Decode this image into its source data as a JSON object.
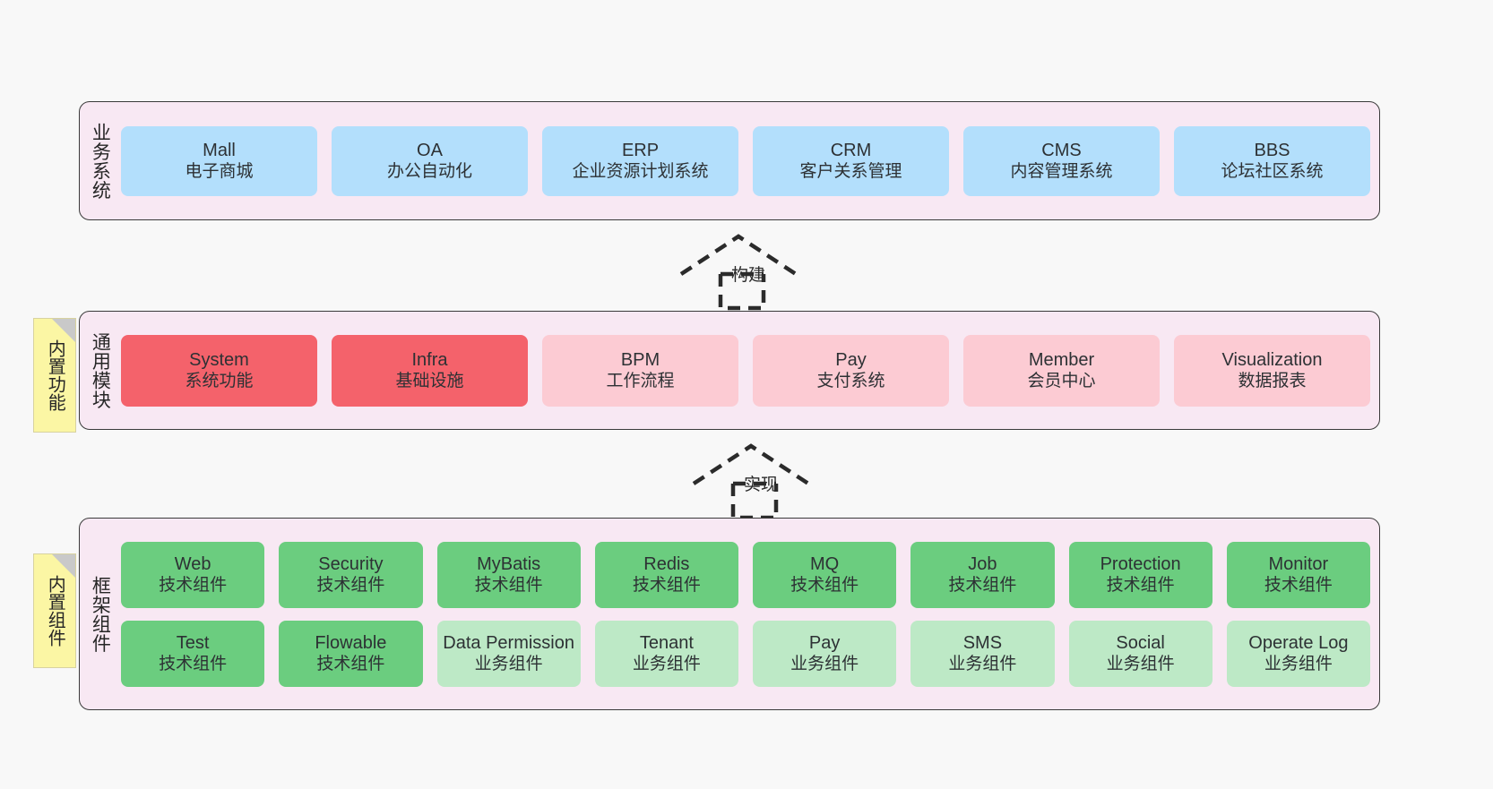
{
  "layers": [
    {
      "id": "business-system",
      "title": "业务系统",
      "rows": [
        [
          {
            "en": "Mall",
            "cn": "电子商城",
            "color": "blue"
          },
          {
            "en": "OA",
            "cn": "办公自动化",
            "color": "blue"
          },
          {
            "en": "ERP",
            "cn": "企业资源计划系统",
            "color": "blue"
          },
          {
            "en": "CRM",
            "cn": "客户关系管理",
            "color": "blue"
          },
          {
            "en": "CMS",
            "cn": "内容管理系统",
            "color": "blue"
          },
          {
            "en": "BBS",
            "cn": "论坛社区系统",
            "color": "blue"
          }
        ]
      ]
    },
    {
      "id": "common-module",
      "title": "通用模块",
      "note": "内置功能",
      "rows": [
        [
          {
            "en": "System",
            "cn": "系统功能",
            "color": "red"
          },
          {
            "en": "Infra",
            "cn": "基础设施",
            "color": "red"
          },
          {
            "en": "BPM",
            "cn": "工作流程",
            "color": "pink"
          },
          {
            "en": "Pay",
            "cn": "支付系统",
            "color": "pink"
          },
          {
            "en": "Member",
            "cn": "会员中心",
            "color": "pink"
          },
          {
            "en": "Visualization",
            "cn": "数据报表",
            "color": "pink"
          }
        ]
      ]
    },
    {
      "id": "framework-component",
      "title": "框架组件",
      "note": "内置组件",
      "rows": [
        [
          {
            "en": "Web",
            "cn": "技术组件",
            "color": "green"
          },
          {
            "en": "Security",
            "cn": "技术组件",
            "color": "green"
          },
          {
            "en": "MyBatis",
            "cn": "技术组件",
            "color": "green"
          },
          {
            "en": "Redis",
            "cn": "技术组件",
            "color": "green"
          },
          {
            "en": "MQ",
            "cn": "技术组件",
            "color": "green"
          },
          {
            "en": "Job",
            "cn": "技术组件",
            "color": "green"
          },
          {
            "en": "Protection",
            "cn": "技术组件",
            "color": "green"
          },
          {
            "en": "Monitor",
            "cn": "技术组件",
            "color": "green"
          }
        ],
        [
          {
            "en": "Test",
            "cn": "技术组件",
            "color": "green"
          },
          {
            "en": "Flowable",
            "cn": "技术组件",
            "color": "green"
          },
          {
            "en": "Data Permission",
            "cn": "业务组件",
            "color": "lightgreen"
          },
          {
            "en": "Tenant",
            "cn": "业务组件",
            "color": "lightgreen"
          },
          {
            "en": "Pay",
            "cn": "业务组件",
            "color": "lightgreen"
          },
          {
            "en": "SMS",
            "cn": "业务组件",
            "color": "lightgreen"
          },
          {
            "en": "Social",
            "cn": "业务组件",
            "color": "lightgreen"
          },
          {
            "en": "Operate Log",
            "cn": "业务组件",
            "color": "lightgreen"
          }
        ]
      ]
    }
  ],
  "arrows": [
    {
      "id": "build-arrow",
      "label": "构建"
    },
    {
      "id": "implement-arrow",
      "label": "实现"
    }
  ],
  "colors": {
    "layer_background": "#f8e8f3",
    "layer_border": "#3a3a3a",
    "blue": "#b3dffc",
    "red": "#f4626b",
    "pink": "#fccbd3",
    "green": "#6bcd7f",
    "light_green": "#bde9c6",
    "note_yellow": "#fbf6a4",
    "note_fold": "#c9c9c9",
    "canvas": "#f8f8f8"
  }
}
